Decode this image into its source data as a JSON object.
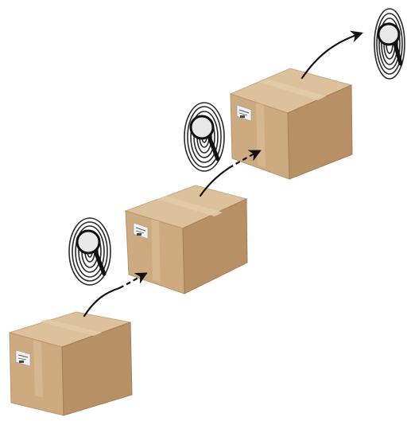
{
  "diagram": {
    "steps": [
      {
        "box": "package-box",
        "marker": "fingerprint-magnifier-icon"
      },
      {
        "box": "package-box",
        "marker": "fingerprint-magnifier-icon"
      },
      {
        "box": "package-box",
        "marker": "fingerprint-magnifier-icon"
      },
      {
        "box": null,
        "marker": "fingerprint-magnifier-icon"
      }
    ],
    "connector": "curved-arrow-icon",
    "colors": {
      "box_top": "#dcc19c",
      "box_front": "#c9a57c",
      "box_side": "#b18b62",
      "tape": "#d4b48d",
      "label": "#f3f3f3",
      "fingerprint": "#2a2a2a",
      "arrow": "#111111"
    }
  }
}
